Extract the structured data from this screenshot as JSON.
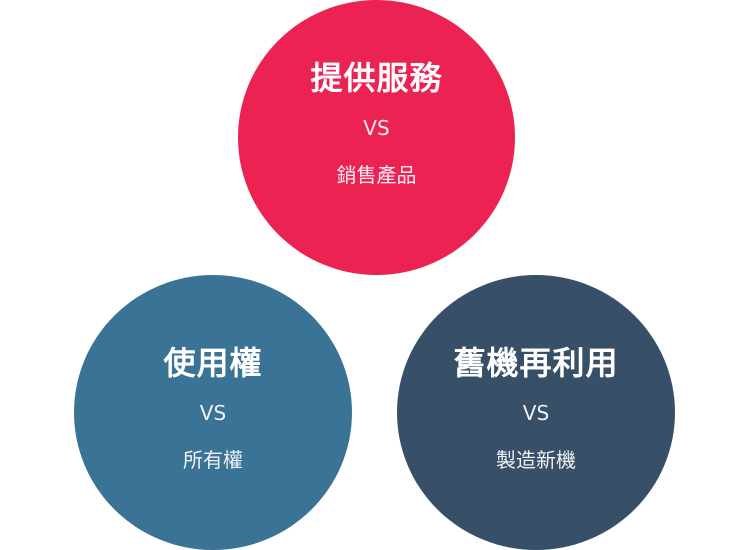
{
  "colors": {
    "top": "#ec2252",
    "left": "#3b7396",
    "right": "#374f67",
    "text": "#ffffff"
  },
  "circles": [
    {
      "title": "提供服務",
      "vs": "VS",
      "subtitle": "銷售產品"
    },
    {
      "title": "使用權",
      "vs": "VS",
      "subtitle": "所有權"
    },
    {
      "title": "舊機再利用",
      "vs": "VS",
      "subtitle": "製造新機"
    }
  ]
}
